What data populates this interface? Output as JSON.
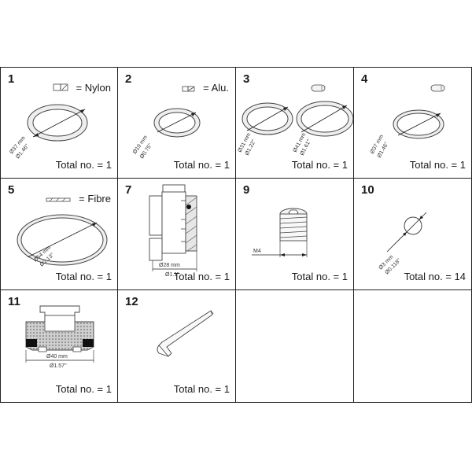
{
  "items": [
    {
      "number": "1",
      "material": "= Nylon",
      "dims": [
        "Ø37 mm",
        "Ø1.46\""
      ],
      "total": "Total no. = 1",
      "icon": "ring-gasket-icon"
    },
    {
      "number": "2",
      "material": "= Alu.",
      "dims": [
        "Ø19 mm",
        "Ø0.75\""
      ],
      "total": "Total no. = 1",
      "icon": "ring-gasket-icon"
    },
    {
      "number": "3",
      "material": "",
      "dims": [
        "Ø31 mm",
        "Ø1.22\"",
        "Ø41 mm",
        "Ø1.61\""
      ],
      "total": "Total no. = 1",
      "icon": "o-ring-icon"
    },
    {
      "number": "4",
      "material": "",
      "dims": [
        "Ø37 mm",
        "Ø1.46\""
      ],
      "total": "Total no. = 1",
      "icon": "o-ring-icon"
    },
    {
      "number": "5",
      "material": "= Fibre",
      "dims": [
        "Ø54 mm",
        "Ø2.13\""
      ],
      "total": "Total no. = 1",
      "icon": "ring-gasket-icon"
    },
    {
      "number": "7",
      "material": "",
      "dims": [
        "Ø28 mm",
        "Ø1.1\""
      ],
      "total": "Total no. = 1",
      "icon": "valve-insert-icon"
    },
    {
      "number": "9",
      "material": "",
      "dims": [
        "M4"
      ],
      "total": "Total no. = 1",
      "icon": "set-screw-icon"
    },
    {
      "number": "10",
      "material": "",
      "dims": [
        "Ø3 mm",
        "Ø0.118\""
      ],
      "total": "Total no. = 14",
      "icon": "ball-icon"
    },
    {
      "number": "11",
      "material": "",
      "dims": [
        "Ø40 mm",
        "Ø1.57\""
      ],
      "total": "Total no. = 1",
      "icon": "seal-section-icon"
    },
    {
      "number": "12",
      "material": "",
      "dims": [],
      "total": "Total no. = 1",
      "icon": "hex-key-icon"
    }
  ]
}
